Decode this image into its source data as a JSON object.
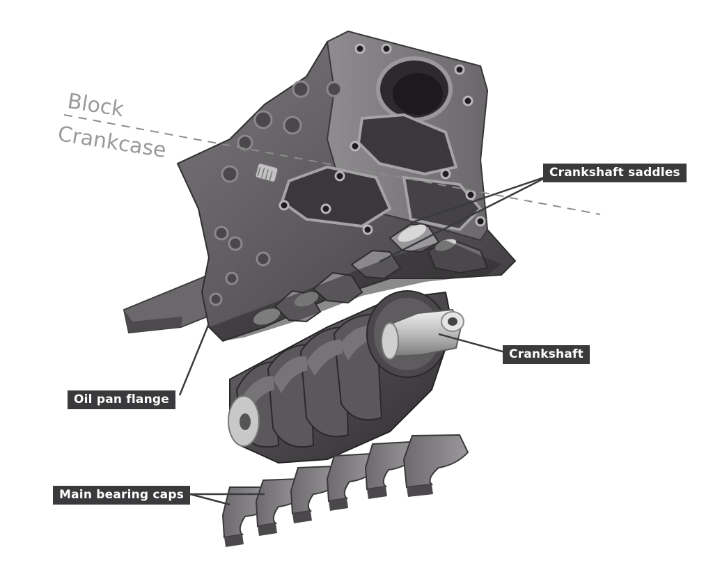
{
  "labels": {
    "block": "Block",
    "crankcase": "Crankcase",
    "crankshaft_saddles": "Crankshaft saddles",
    "crankshaft": "Crankshaft",
    "oil_pan_flange": "Oil pan flange",
    "main_bearing_caps": "Main bearing caps"
  },
  "colors": {
    "label_bg": "#3a3a3c",
    "label_text": "#ffffff",
    "plane_text": "#9a9a9a",
    "casting": "#5d5b5d",
    "casting_light": "#8a888a",
    "casting_dark": "#3b393b",
    "machined": "#c9c9c9"
  }
}
